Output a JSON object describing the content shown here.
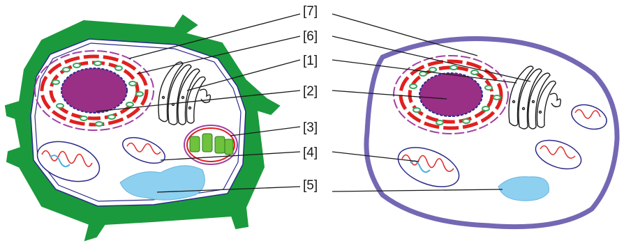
{
  "labels": [
    {
      "id": "7",
      "text": "[7]"
    },
    {
      "id": "6",
      "text": "[6]"
    },
    {
      "id": "1",
      "text": "[1]"
    },
    {
      "id": "2",
      "text": "[2]"
    },
    {
      "id": "3",
      "text": "[3]"
    },
    {
      "id": "4",
      "text": "[4]"
    },
    {
      "id": "5",
      "text": "[5]"
    }
  ],
  "colors": {
    "plant_cell_wall": "#1a9a3c",
    "animal_membrane": "#7468b4",
    "nucleus": "#9a2f86",
    "nuclear_envelope": "#2a2a8a",
    "endoplasmic_reticulum": "#e02020",
    "ribosome": "#3aa860",
    "vacuole": "#8ed0f0",
    "chloroplast": "#6ec23c",
    "mitochondrion_membrane": "#e03030",
    "golgi": "#1a1a1a"
  }
}
